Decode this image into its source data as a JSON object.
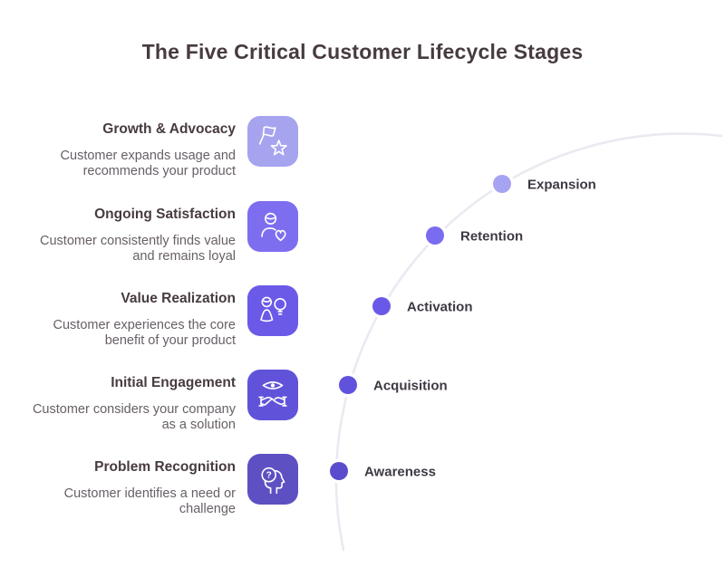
{
  "title": "The Five Critical Customer Lifecycle Stages",
  "stages": [
    {
      "heading": "Growth & Advocacy",
      "description": "Customer expands usage and recommends your product",
      "icon": "flag-star-icon",
      "tile_color": "#a6a3ef"
    },
    {
      "heading": "Ongoing Satisfaction",
      "description": "Customer consistently finds value and remains loyal",
      "icon": "person-heart-icon",
      "tile_color": "#7d6ef0"
    },
    {
      "heading": "Value Realization",
      "description": "Customer experiences the core benefit of your product",
      "icon": "person-bulb-icon",
      "tile_color": "#6b5ae8"
    },
    {
      "heading": "Initial Engagement",
      "description": "Customer considers your company as a solution",
      "icon": "eye-handshake-icon",
      "tile_color": "#6153d9"
    },
    {
      "heading": "Problem Recognition",
      "description": "Customer identifies a need or challenge",
      "icon": "head-question-icon",
      "tile_color": "#5d50c3"
    }
  ],
  "journey": {
    "points": [
      {
        "label": "Expansion",
        "dot_color": "#a7a3f3"
      },
      {
        "label": "Retention",
        "dot_color": "#7a6cf1"
      },
      {
        "label": "Activation",
        "dot_color": "#6a59e8"
      },
      {
        "label": "Acquisition",
        "dot_color": "#6152de"
      },
      {
        "label": "Awareness",
        "dot_color": "#5b4ccd"
      }
    ]
  },
  "colors": {
    "title_text": "#473b3e",
    "description_text": "#675f66",
    "label_text": "#3f3944",
    "arc_line": "#ebe9f1",
    "background": "#ffffff"
  }
}
